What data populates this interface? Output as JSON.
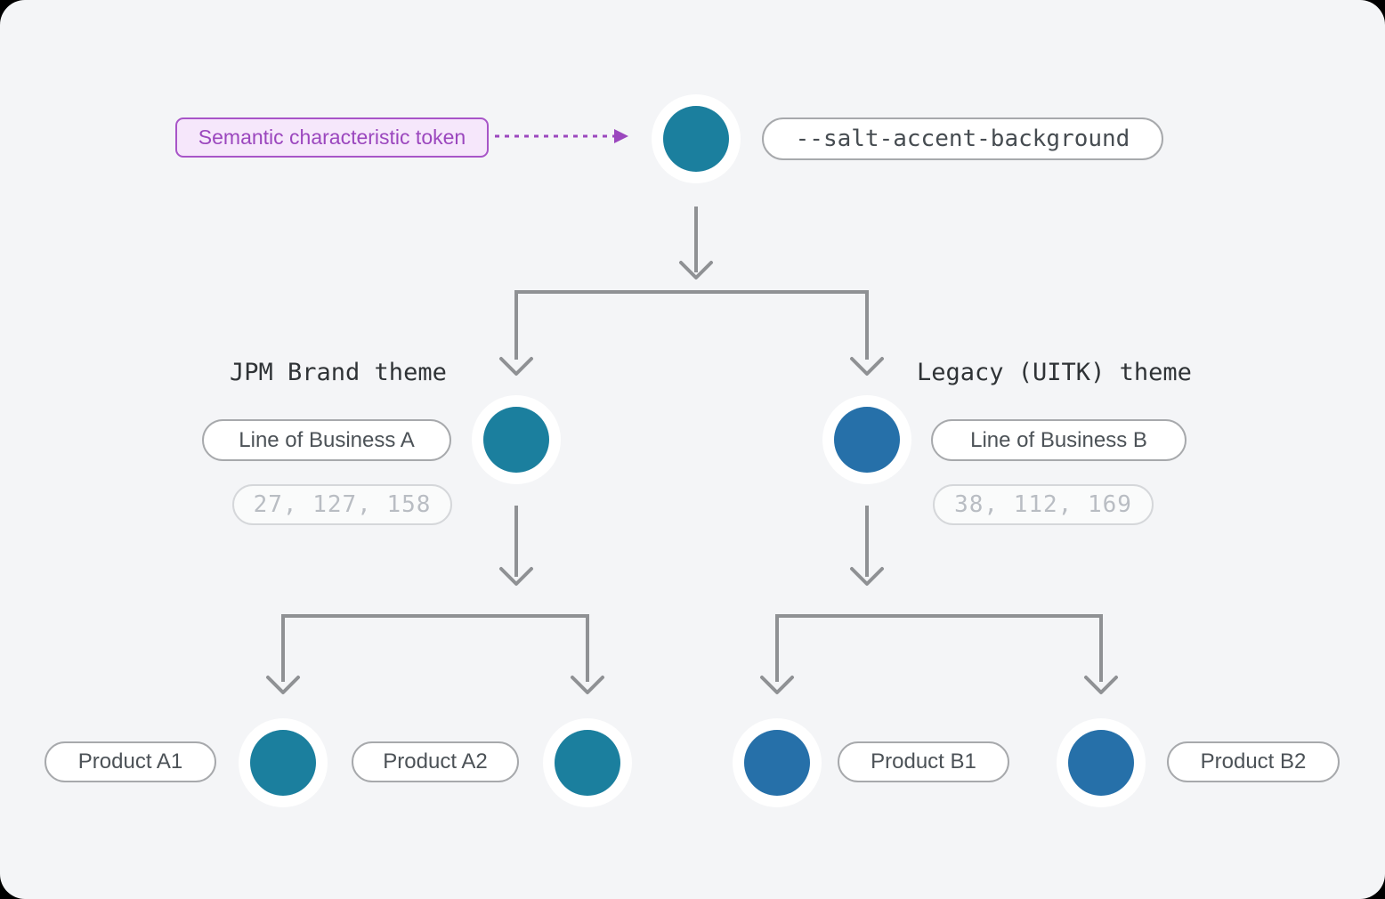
{
  "colors": {
    "canvas-bg": "#f4f5f7",
    "arrow": "#8f9194",
    "accent-purple": "#9b47be",
    "purple-border": "#a855c8",
    "purple-bg": "#f6e7fb"
  },
  "root": {
    "annotation_label": "Semantic characteristic token",
    "token_name": "--salt-accent-background",
    "color": "#1b7f9e"
  },
  "branches": [
    {
      "theme_label": "JPM Brand theme",
      "lob_label": "Line of Business A",
      "rgb_value": "27, 127, 158",
      "color": "#1b7f9e",
      "products": [
        {
          "label": "Product A1"
        },
        {
          "label": "Product A2"
        }
      ]
    },
    {
      "theme_label": "Legacy (UITK) theme",
      "lob_label": "Line of Business B",
      "rgb_value": "38, 112, 169",
      "color": "#2670a9",
      "products": [
        {
          "label": "Product B1"
        },
        {
          "label": "Product B2"
        }
      ]
    }
  ]
}
